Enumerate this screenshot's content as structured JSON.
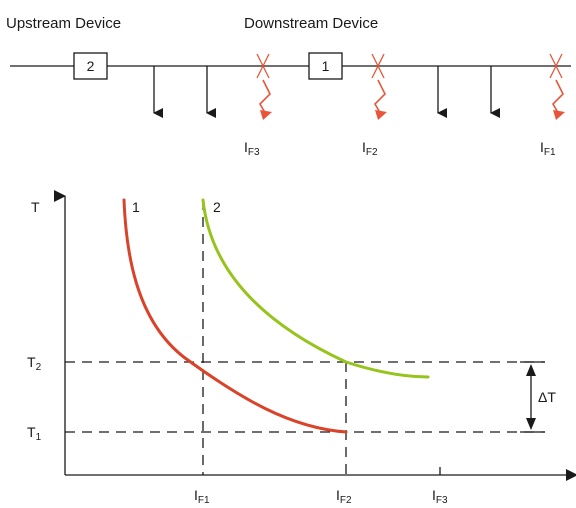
{
  "header": {
    "upstream_label": "Upstream Device",
    "downstream_label": "Downstream Device"
  },
  "devices": [
    {
      "number": "2"
    },
    {
      "number": "1"
    }
  ],
  "faults": [
    {
      "main": "I",
      "sub": "F3"
    },
    {
      "main": "I",
      "sub": "F2"
    },
    {
      "main": "I",
      "sub": "F1"
    }
  ],
  "graph": {
    "y_axis_label": "T",
    "curve_1_label": "1",
    "curve_2_label": "2",
    "t2": {
      "main": "T",
      "sub": "2"
    },
    "t1": {
      "main": "T",
      "sub": "1"
    },
    "delta_t": "ΔT",
    "x_ticks": [
      {
        "main": "I",
        "sub": "F1"
      },
      {
        "main": "I",
        "sub": "F2"
      },
      {
        "main": "I",
        "sub": "F3"
      }
    ]
  },
  "colors": {
    "curve_1": "#d9432a",
    "curve_2": "#97c31d",
    "fault_symbol": "#e8553b",
    "line": "#1a1a1a"
  }
}
